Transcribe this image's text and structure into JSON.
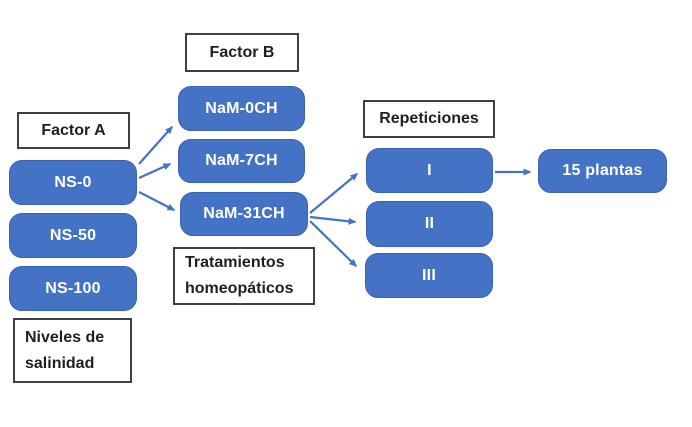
{
  "colors": {
    "background": "#ffffff",
    "node_fill": "#4472C4",
    "node_text": "#ffffff",
    "arrow": "#4472C4",
    "label_border": "#404040",
    "label_text": "#1f1f1f"
  },
  "labels": {
    "factor_a": "Factor A",
    "factor_b": "Factor B",
    "repeticiones": "Repeticiones",
    "niveles": [
      "Niveles de",
      "salinidad"
    ],
    "tratamientos": [
      "Tratamientos",
      "homeopáticos"
    ]
  },
  "nodes": {
    "ns0": "NS-0",
    "ns50": "NS-50",
    "ns100": "NS-100",
    "nam0": "NaM-0CH",
    "nam7": "NaM-7CH",
    "nam31": "NaM-31CH",
    "rep1": "I",
    "rep2": "II",
    "rep3": "III",
    "plantas": "15 plantas"
  },
  "edges": [
    {
      "from": "NS-0",
      "to": "NaM-0CH"
    },
    {
      "from": "NS-0",
      "to": "NaM-7CH"
    },
    {
      "from": "NS-0",
      "to": "NaM-31CH"
    },
    {
      "from": "NaM-31CH",
      "to": "I"
    },
    {
      "from": "NaM-31CH",
      "to": "II"
    },
    {
      "from": "NaM-31CH",
      "to": "III"
    },
    {
      "from": "I",
      "to": "15 plantas"
    }
  ]
}
